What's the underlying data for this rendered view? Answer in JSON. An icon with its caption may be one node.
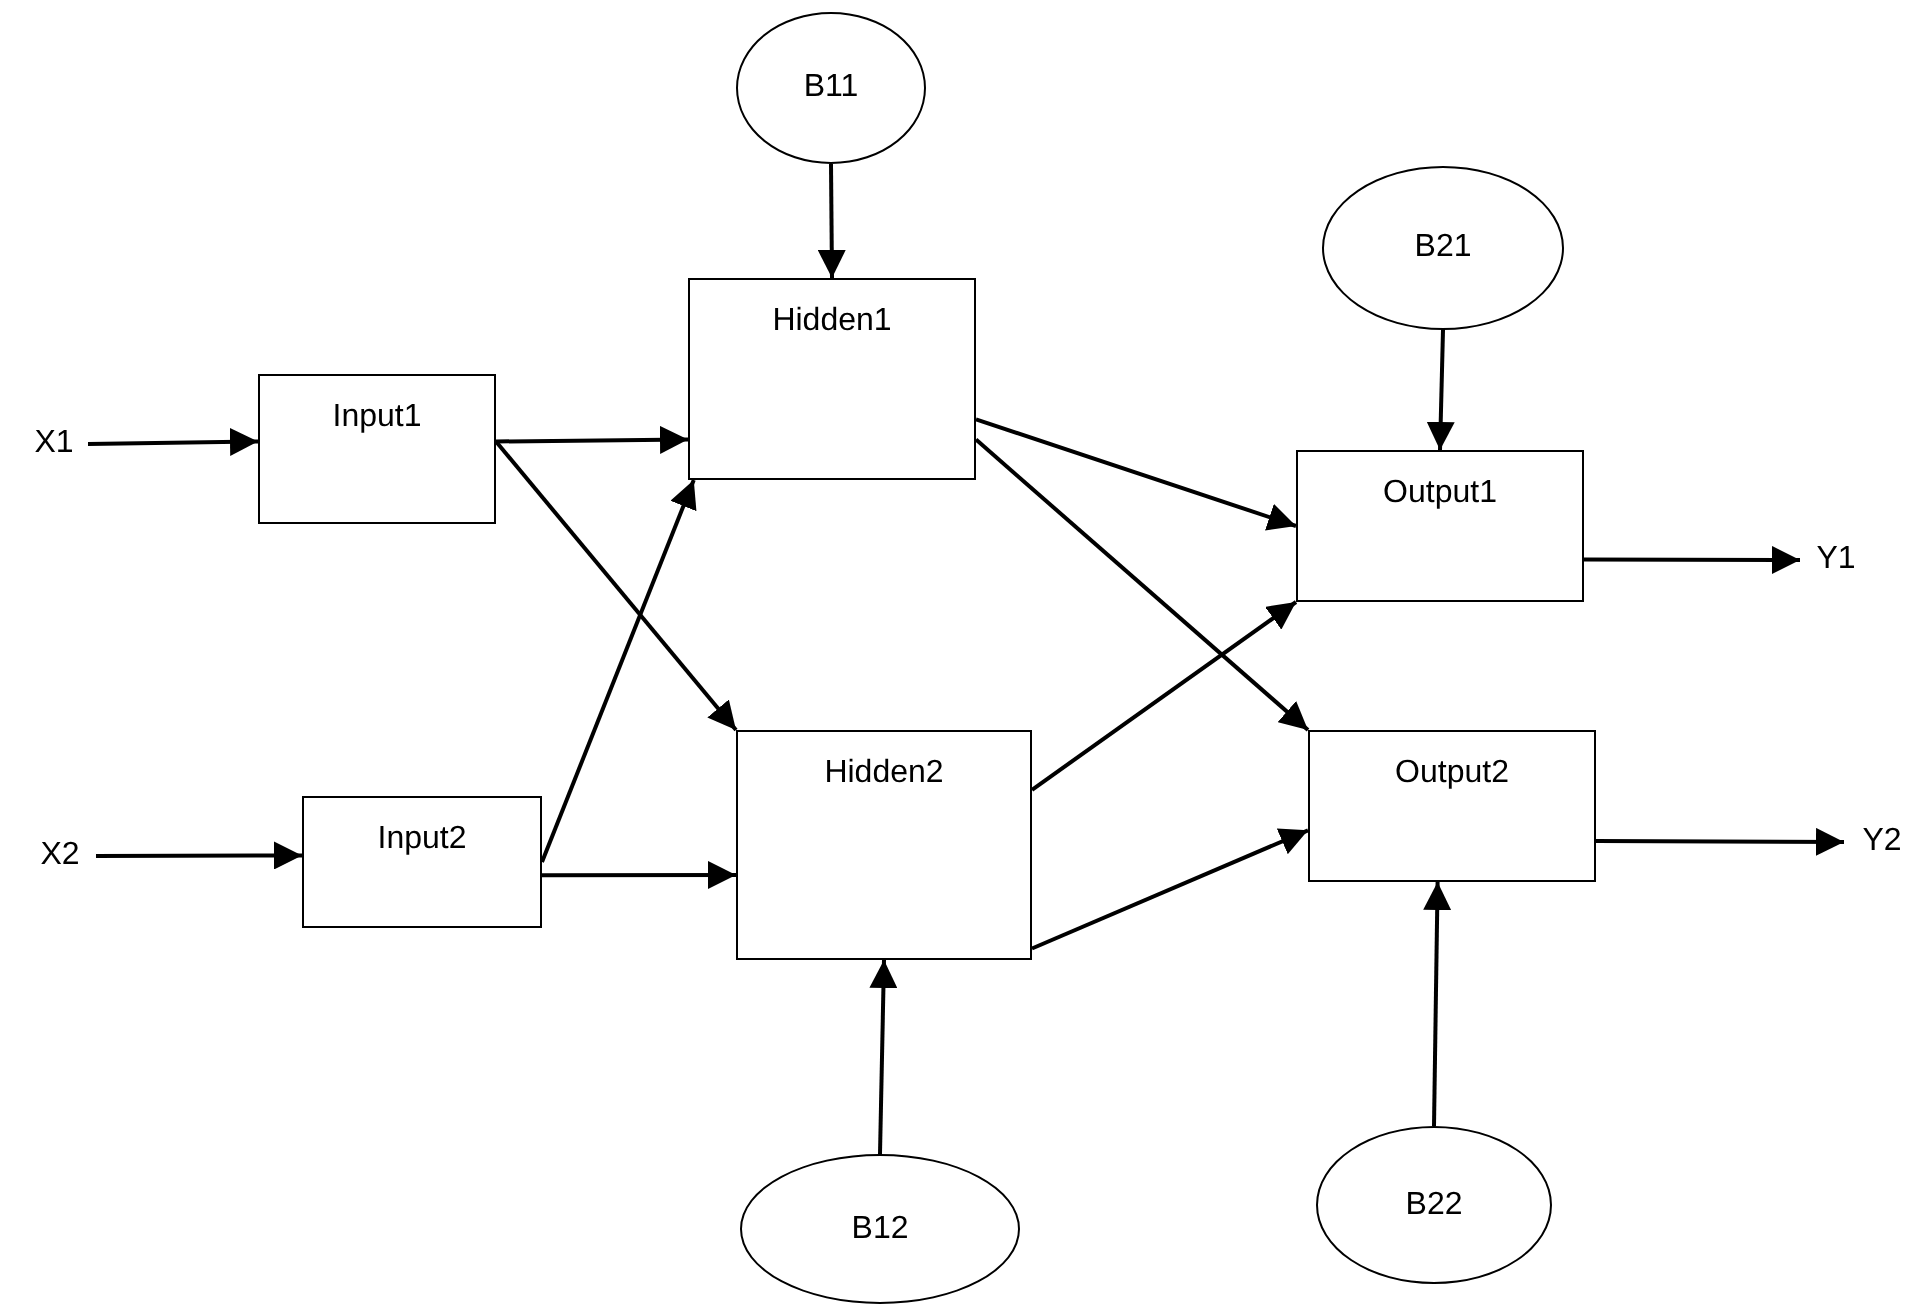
{
  "diagram": {
    "nodes": [
      {
        "text": [
          "B11"
        ]
      },
      {
        "text": [
          "B21"
        ]
      },
      {
        "text": [
          "Hidden1"
        ]
      },
      {
        "text": [
          "X1"
        ]
      },
      {
        "text": [
          "Input1"
        ]
      },
      {
        "text": [
          "Output1"
        ]
      },
      {
        "text": [
          "Y1"
        ]
      },
      {
        "text": [
          "Hidden2"
        ]
      },
      {
        "text": [
          "X2"
        ]
      },
      {
        "text": [
          "Input2"
        ]
      },
      {
        "text": [
          "Output2"
        ]
      },
      {
        "text": [
          "Y2"
        ]
      },
      {
        "text": [
          "B22"
        ]
      },
      {
        "text": [
          "B12"
        ]
      }
    ],
    "edges": [
      {
        "from": 3,
        "to": 4,
        "arrow": "to"
      },
      {
        "from": 0,
        "to": 2,
        "arrow": "to"
      },
      {
        "from": 4,
        "to": 2,
        "arrow": "to"
      },
      {
        "from": 4,
        "to": 7,
        "arrow": "to"
      },
      {
        "from": 2,
        "to": 5,
        "arrow": "to"
      },
      {
        "from": 2,
        "to": 10,
        "arrow": "to"
      },
      {
        "from": 1,
        "to": 5,
        "arrow": "to"
      },
      {
        "from": 5,
        "to": 6,
        "arrow": "to"
      },
      {
        "from": 8,
        "to": 9,
        "arrow": "to"
      },
      {
        "from": 9,
        "to": 2,
        "arrow": "to"
      },
      {
        "from": 9,
        "to": 7,
        "arrow": "to"
      },
      {
        "from": 7,
        "to": 5,
        "arrow": "to"
      },
      {
        "from": 7,
        "to": 10,
        "arrow": "to"
      },
      {
        "from": 10,
        "to": 11,
        "arrow": "to"
      },
      {
        "from": 12,
        "to": 10,
        "arrow": "to"
      },
      {
        "from": 13,
        "to": 7,
        "arrow": "to"
      }
    ]
  }
}
